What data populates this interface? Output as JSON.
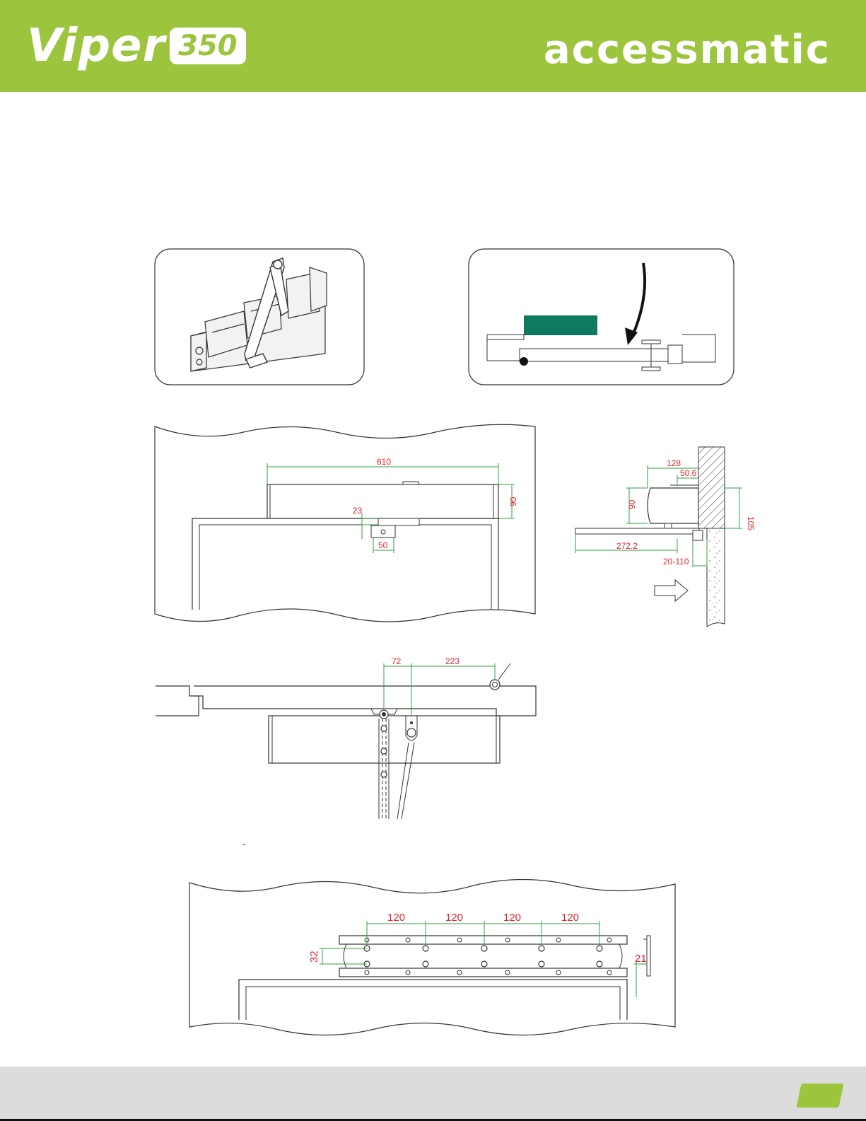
{
  "header": {
    "product_name": "Viper",
    "product_model": "350",
    "company": "accessmatic"
  },
  "colors": {
    "brand_green": "#9cc43c",
    "dimension_red": "#e0262f",
    "dimension_green": "#2ea043",
    "footer_gray": "#dcdcdc",
    "plate_teal": "#0e7a5f"
  },
  "drawings": {
    "front_elevation": {
      "width": "610",
      "height": "90",
      "arm_offset": "23",
      "bracket_width": "50"
    },
    "side_section": {
      "depth": "128",
      "offset": "50.6",
      "body_height": "90",
      "total_height": "105",
      "arm_length": "272.2",
      "reveal_range": "20-110"
    },
    "plan_view": {
      "spindle_offset": "72",
      "hinge_distance": "223"
    },
    "mounting_plate": {
      "hole_spacing_1": "120",
      "hole_spacing_2": "120",
      "hole_spacing_3": "120",
      "hole_spacing_4": "120",
      "row_spacing": "32",
      "plate_gap": "21"
    }
  }
}
